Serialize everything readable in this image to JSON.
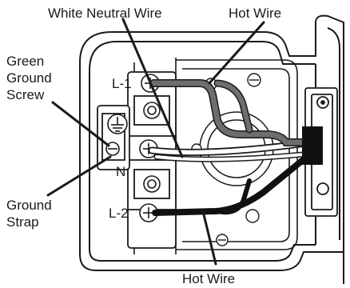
{
  "labels": {
    "white_neutral_wire": "White Neutral Wire",
    "hot_wire_top": "Hot Wire",
    "green_line1": "Green",
    "green_line2": "Ground",
    "green_line3": "Screw",
    "ground_strap_line1": "Ground",
    "ground_strap_line2": "Strap",
    "hot_wire_bottom": "Hot Wire",
    "terminal_l1": "L-1",
    "terminal_n": "N",
    "terminal_l2": "L-2"
  },
  "colors": {
    "line": "#1a1a1a",
    "hot_wire_gray": "#6e6e6e",
    "hot_wire_black": "#111111",
    "neutral_wire": "#ffffff",
    "housing_fill": "#ffffff"
  }
}
